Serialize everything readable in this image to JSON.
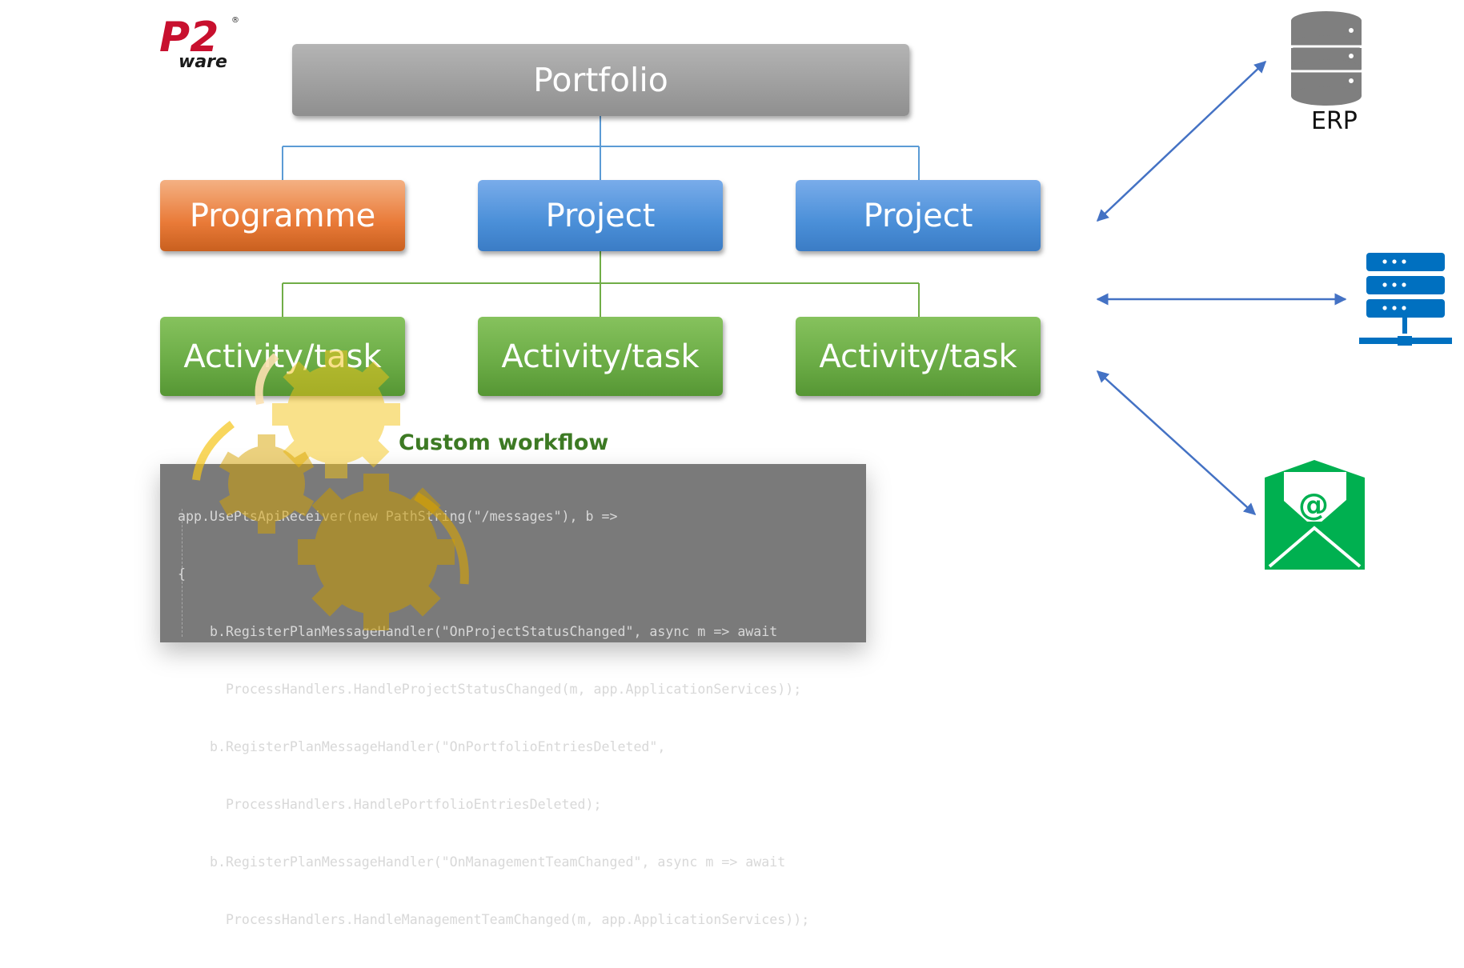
{
  "logo": {
    "text_top": "P2",
    "text_bottom": "ware",
    "registered": "®",
    "color": "#c8102e"
  },
  "hierarchy": {
    "portfolio": {
      "label": "Portfolio"
    },
    "level2": [
      {
        "label": "Programme",
        "kind": "programme"
      },
      {
        "label": "Project",
        "kind": "project"
      },
      {
        "label": "Project",
        "kind": "project"
      }
    ],
    "level3": [
      {
        "label": "Activity/task"
      },
      {
        "label": "Activity/task"
      },
      {
        "label": "Activity/task"
      }
    ],
    "connector_colors": {
      "portfolio": "#5b9bd5",
      "project": "#70ad47"
    }
  },
  "integrations": {
    "erp": {
      "label": "ERP",
      "icon": "database-icon",
      "color": "#7f7f7f"
    },
    "server": {
      "icon": "server-network-icon",
      "color": "#0070c0"
    },
    "email": {
      "icon": "email-at-icon",
      "color": "#00b050"
    },
    "arrow_color": "#4472c4"
  },
  "workflow": {
    "title": "Custom workflow",
    "title_color": "#3d7a24",
    "gear_color": "#f5c518",
    "code_lines": [
      "app.UsePtsApiReceiver(new PathString(\"/messages\"), b =>",
      "{",
      "    b.RegisterPlanMessageHandler(\"OnProjectStatusChanged\", async m => await",
      "      ProcessHandlers.HandleProjectStatusChanged(m, app.ApplicationServices));",
      "    b.RegisterPlanMessageHandler(\"OnPortfolioEntriesDeleted\",",
      "      ProcessHandlers.HandlePortfolioEntriesDeleted);",
      "    b.RegisterPlanMessageHandler(\"OnManagementTeamChanged\", async m => await",
      "      ProcessHandlers.HandleManagementTeamChanged(m, app.ApplicationServices));"
    ]
  }
}
